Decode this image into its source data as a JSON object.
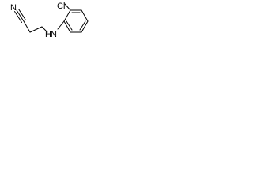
{
  "molecule": {
    "atoms": {
      "chlorine": "Cl",
      "nitrogen": "N",
      "amine": "N",
      "amine_h": "H"
    },
    "colors": {
      "ink": "#000000",
      "background": "#ffffff"
    }
  }
}
